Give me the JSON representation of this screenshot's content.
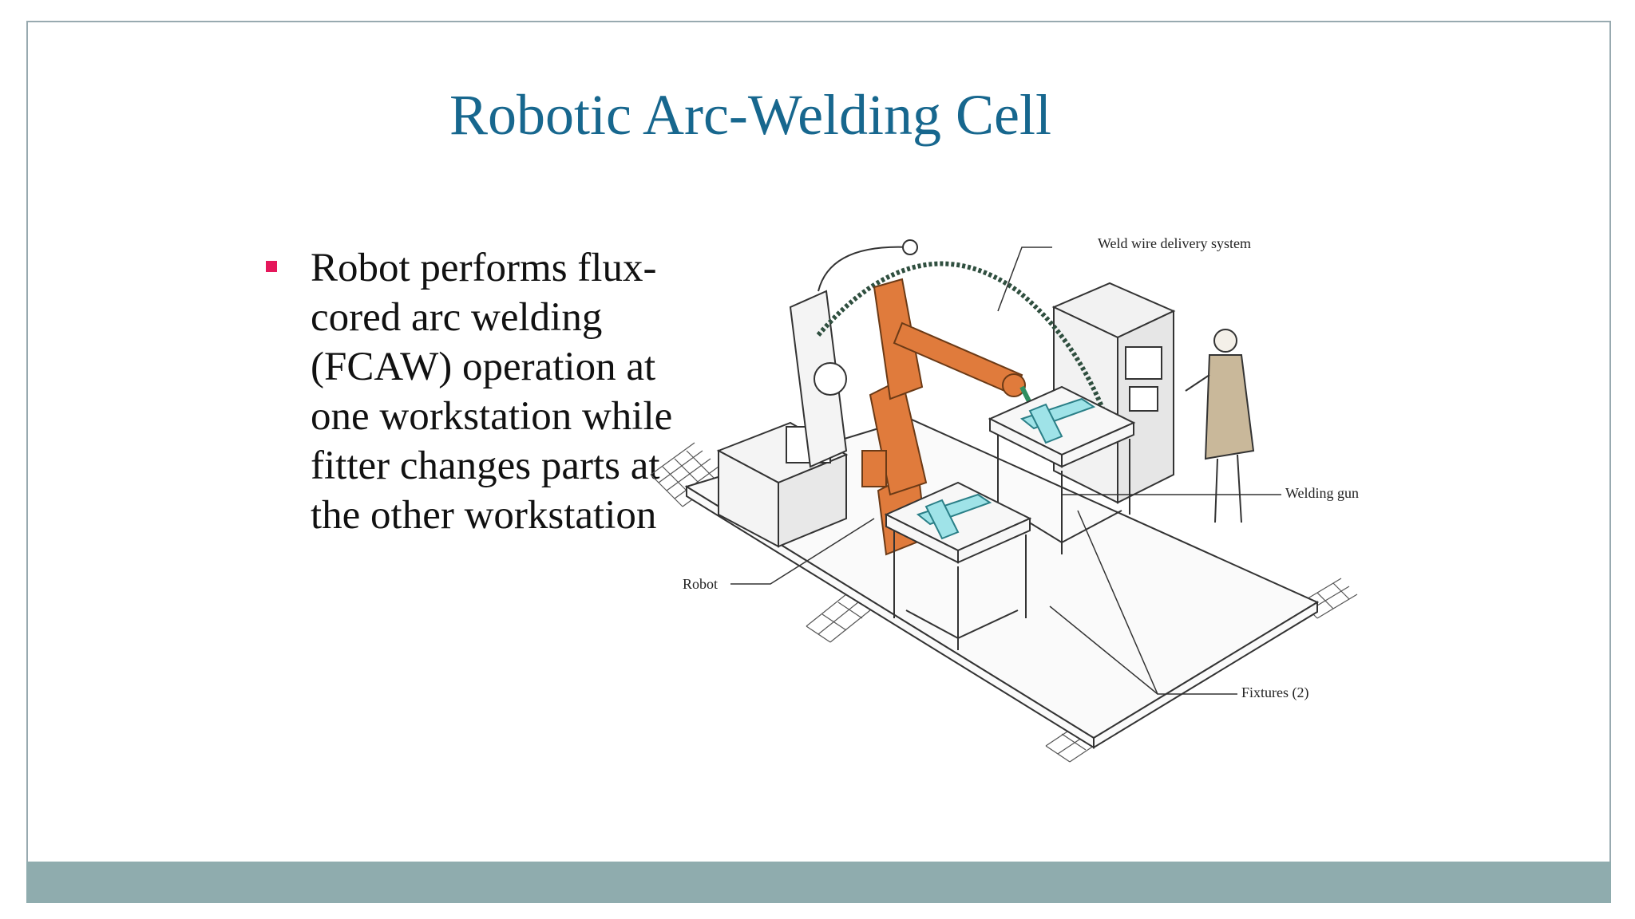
{
  "slide": {
    "title": "Robotic Arc-Welding Cell",
    "bullets": [
      "Robot performs flux-cored arc welding (FCAW) operation at one workstation while fitter changes parts at the other workstation"
    ]
  },
  "figure": {
    "callouts": {
      "weld_wire": "Weld wire delivery system",
      "welding_gun": "Welding gun",
      "robot": "Robot",
      "fixtures": "Fixtures (2)"
    }
  },
  "colors": {
    "title": "#17678e",
    "bullet": "#e5175b",
    "footer": "#8facae",
    "robot": "#e07b3c",
    "fixture": "#9fe3e8"
  }
}
